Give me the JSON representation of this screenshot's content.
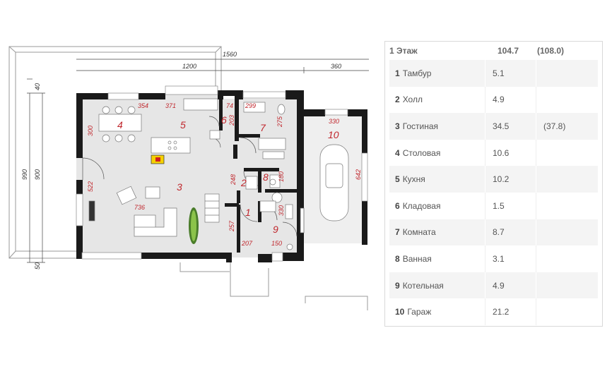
{
  "plan": {
    "dimensions": {
      "total_width": "1560",
      "main_width": "1200",
      "garage_width": "360",
      "total_depth": "990",
      "main_depth": "900",
      "top_offset": "40",
      "bottom_offset": "50",
      "d354": "354",
      "d371": "371",
      "d74": "74",
      "d299": "299",
      "d300": "300",
      "d203": "203",
      "d275": "275",
      "d330_garage": "330",
      "d522": "522",
      "d248": "248",
      "d180": "180",
      "d642": "642",
      "d736": "736",
      "d257": "257",
      "d330_boiler": "330",
      "d207": "207",
      "d150": "150"
    },
    "room_numbers": [
      "1",
      "2",
      "3",
      "4",
      "5",
      "6",
      "7",
      "8",
      "9",
      "10"
    ]
  },
  "table": {
    "header": {
      "number": "1",
      "label": "Этаж",
      "area": "104.7",
      "area_total": "(108.0)"
    },
    "rows": [
      {
        "n": "1",
        "name": "Тамбур",
        "area": "5.1",
        "extra": ""
      },
      {
        "n": "2",
        "name": "Холл",
        "area": "4.9",
        "extra": ""
      },
      {
        "n": "3",
        "name": "Гостиная",
        "area": "34.5",
        "extra": "(37.8)"
      },
      {
        "n": "4",
        "name": "Столовая",
        "area": "10.6",
        "extra": ""
      },
      {
        "n": "5",
        "name": "Кухня",
        "area": "10.2",
        "extra": ""
      },
      {
        "n": "6",
        "name": "Кладовая",
        "area": "1.5",
        "extra": ""
      },
      {
        "n": "7",
        "name": "Комната",
        "area": "8.7",
        "extra": ""
      },
      {
        "n": "8",
        "name": "Ванная",
        "area": "3.1",
        "extra": ""
      },
      {
        "n": "9",
        "name": "Котельная",
        "area": "4.9",
        "extra": ""
      },
      {
        "n": "10",
        "name": "Гараж",
        "area": "21.2",
        "extra": ""
      }
    ]
  }
}
